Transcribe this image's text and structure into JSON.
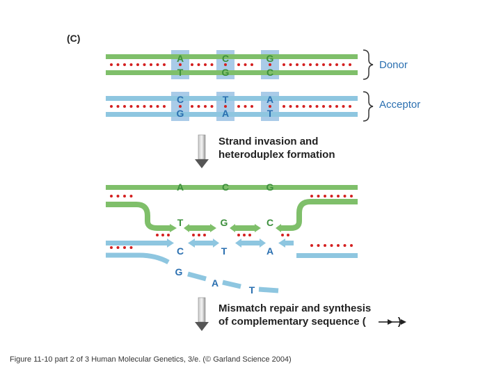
{
  "panel_label": "(C)",
  "strand_labels": {
    "donor": "Donor",
    "acceptor": "Acceptor"
  },
  "donor_pairs": [
    {
      "top": "A",
      "bottom": "T"
    },
    {
      "top": "C",
      "bottom": "G"
    },
    {
      "top": "G",
      "bottom": "C"
    }
  ],
  "acceptor_pairs": [
    {
      "top": "C",
      "bottom": "G"
    },
    {
      "top": "T",
      "bottom": "A"
    },
    {
      "top": "A",
      "bottom": "T"
    }
  ],
  "step1": {
    "line1": "Strand invasion and",
    "line2": "heteroduplex formation"
  },
  "hetero": {
    "donor_top": [
      "A",
      "C",
      "G"
    ],
    "donor_invading": [
      "T",
      "G",
      "C"
    ],
    "acceptor_top": [
      "C",
      "T",
      "A"
    ],
    "displaced": [
      "G",
      "A",
      "T"
    ]
  },
  "step2": {
    "line1": "Mismatch repair and synthesis",
    "line2_prefix": "of complementary sequence (",
    "line2_suffix": ")"
  },
  "caption": "Figure 11-10 part 2 of 3  Human Molecular Genetics, 3/e.  (© Garland Science 2004)",
  "colors": {
    "donor": "#7fbf6a",
    "acceptor": "#8ec6e0",
    "dot": "#d42020",
    "box": "#a9cbe8",
    "label_blue": "#2a6fb0",
    "base_green": "#3c8f3c",
    "base_blue": "#2a6fb0"
  }
}
